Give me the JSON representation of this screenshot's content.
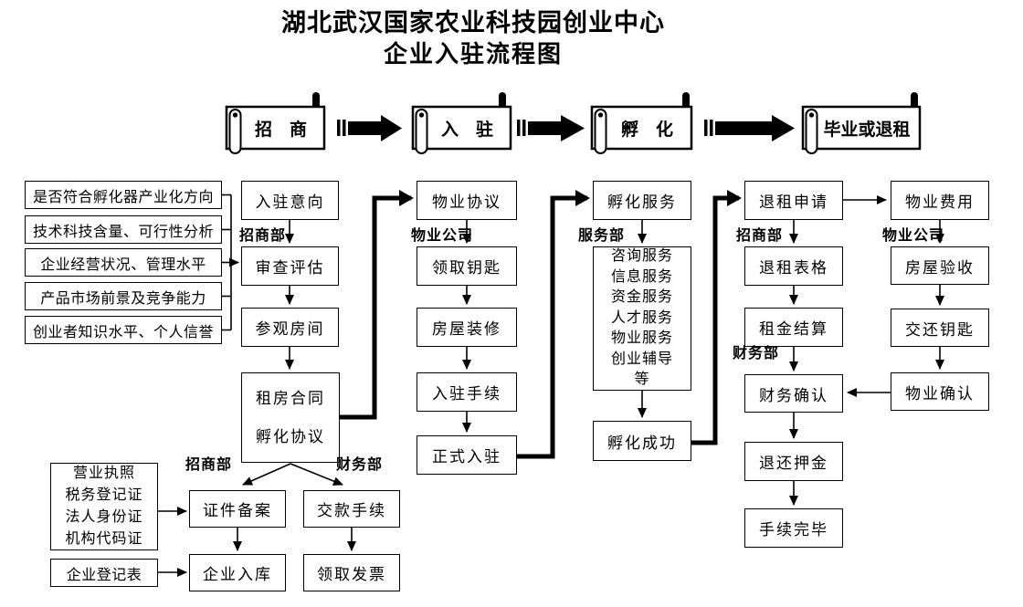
{
  "title": {
    "line1": "湖北武汉国家农业科技园创业中心",
    "line2": "企业入驻流程图"
  },
  "phases": {
    "p1": "招　商",
    "p2": "入　驻",
    "p3": "孵　化",
    "p4": "毕业或退租"
  },
  "dept_labels": {
    "zhaoshangbu_1": "招商部",
    "wuyegongsi_1": "物业公司",
    "fuwubu": "服务部",
    "zhaoshangbu_2": "招商部",
    "caiwubu_1": "财务部",
    "wuyegongsi_2": "物业公司",
    "zhaoshangbu_3": "招商部",
    "caiwubu_2": "财务部"
  },
  "criteria": {
    "c1": "是否符合孵化器产业化方向",
    "c2": "技术科技含量、可行性分析",
    "c3": "企业经营状况、管理水平",
    "c4": "产品市场前景及竞争能力",
    "c5": "创业者知识水平、个人信誉"
  },
  "nodes": {
    "ruzhu_yixiang": "入驻意向",
    "shencha_pinggu": "审查评估",
    "canguan_fangjian": "参观房间",
    "wuye_xieyi": "物业协议",
    "lingqu_yaoshi": "领取钥匙",
    "fangwu_zhuangxiu": "房屋装修",
    "ruzhu_shouxu": "入驻手续",
    "zhengshi_ruzhu": "正式入驻",
    "fuhua_fuwu": "孵化服务",
    "fuhua_chenggong": "孵化成功",
    "tuizu_shenqing": "退租申请",
    "tuizu_biaoge": "退租表格",
    "zujin_jiesuan": "租金结算",
    "caiwu_queren": "财务确认",
    "tuihuan_yajin": "退还押金",
    "shouxu_wanbi": "手续完毕",
    "wuye_feiyong": "物业费用",
    "fangwu_yanshou": "房屋验收",
    "jiaohuan_yaoshi": "交还钥匙",
    "wuye_queren": "物业确认",
    "zhengjian_beian": "证件备案",
    "qiye_ruku": "企业入库",
    "jiaokuan_shouxu": "交款手续",
    "lingqu_fapiao": "领取发票",
    "qiye_dengjibiao": "企业登记表"
  },
  "contract": {
    "line1": "租房合同",
    "line2": "孵化协议"
  },
  "services": {
    "s1": "咨询服务",
    "s2": "信息服务",
    "s3": "资金服务",
    "s4": "人才服务",
    "s5": "物业服务",
    "s6": "创业辅导",
    "s7": "等"
  },
  "docs": {
    "d1": "营业执照",
    "d2": "税务登记证",
    "d3": "法人身份证",
    "d4": "机构代码证"
  },
  "colors": {
    "ink": "#000000",
    "background": "#ffffff"
  }
}
